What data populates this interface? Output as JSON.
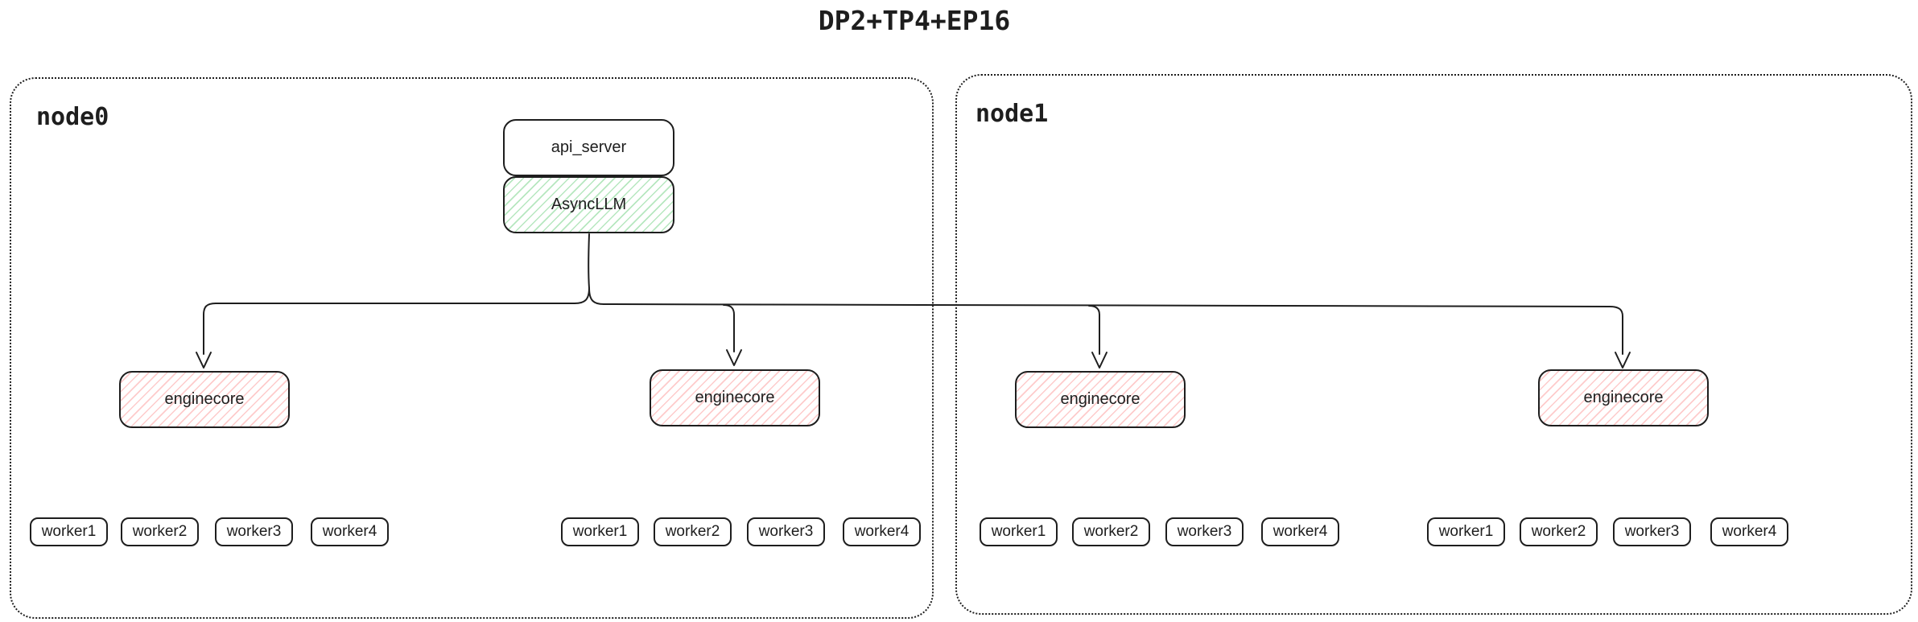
{
  "title": "DP2+TP4+EP16",
  "colors": {
    "stroke": "#1e1e1e",
    "green_hatch": "#40c057",
    "red_hatch": "#fa5252",
    "background": "#ffffff"
  },
  "nodes": [
    {
      "label": "node0"
    },
    {
      "label": "node1"
    }
  ],
  "api_server": {
    "label": "api_server"
  },
  "async_llm": {
    "label": "AsyncLLM"
  },
  "enginecores": [
    {
      "label": "enginecore"
    },
    {
      "label": "enginecore"
    },
    {
      "label": "enginecore"
    },
    {
      "label": "enginecore"
    }
  ],
  "worker_groups": [
    {
      "workers": [
        "worker1",
        "worker2",
        "worker3",
        "worker4"
      ]
    },
    {
      "workers": [
        "worker1",
        "worker2",
        "worker3",
        "worker4"
      ]
    },
    {
      "workers": [
        "worker1",
        "worker2",
        "worker3",
        "worker4"
      ]
    },
    {
      "workers": [
        "worker1",
        "worker2",
        "worker3",
        "worker4"
      ]
    }
  ]
}
